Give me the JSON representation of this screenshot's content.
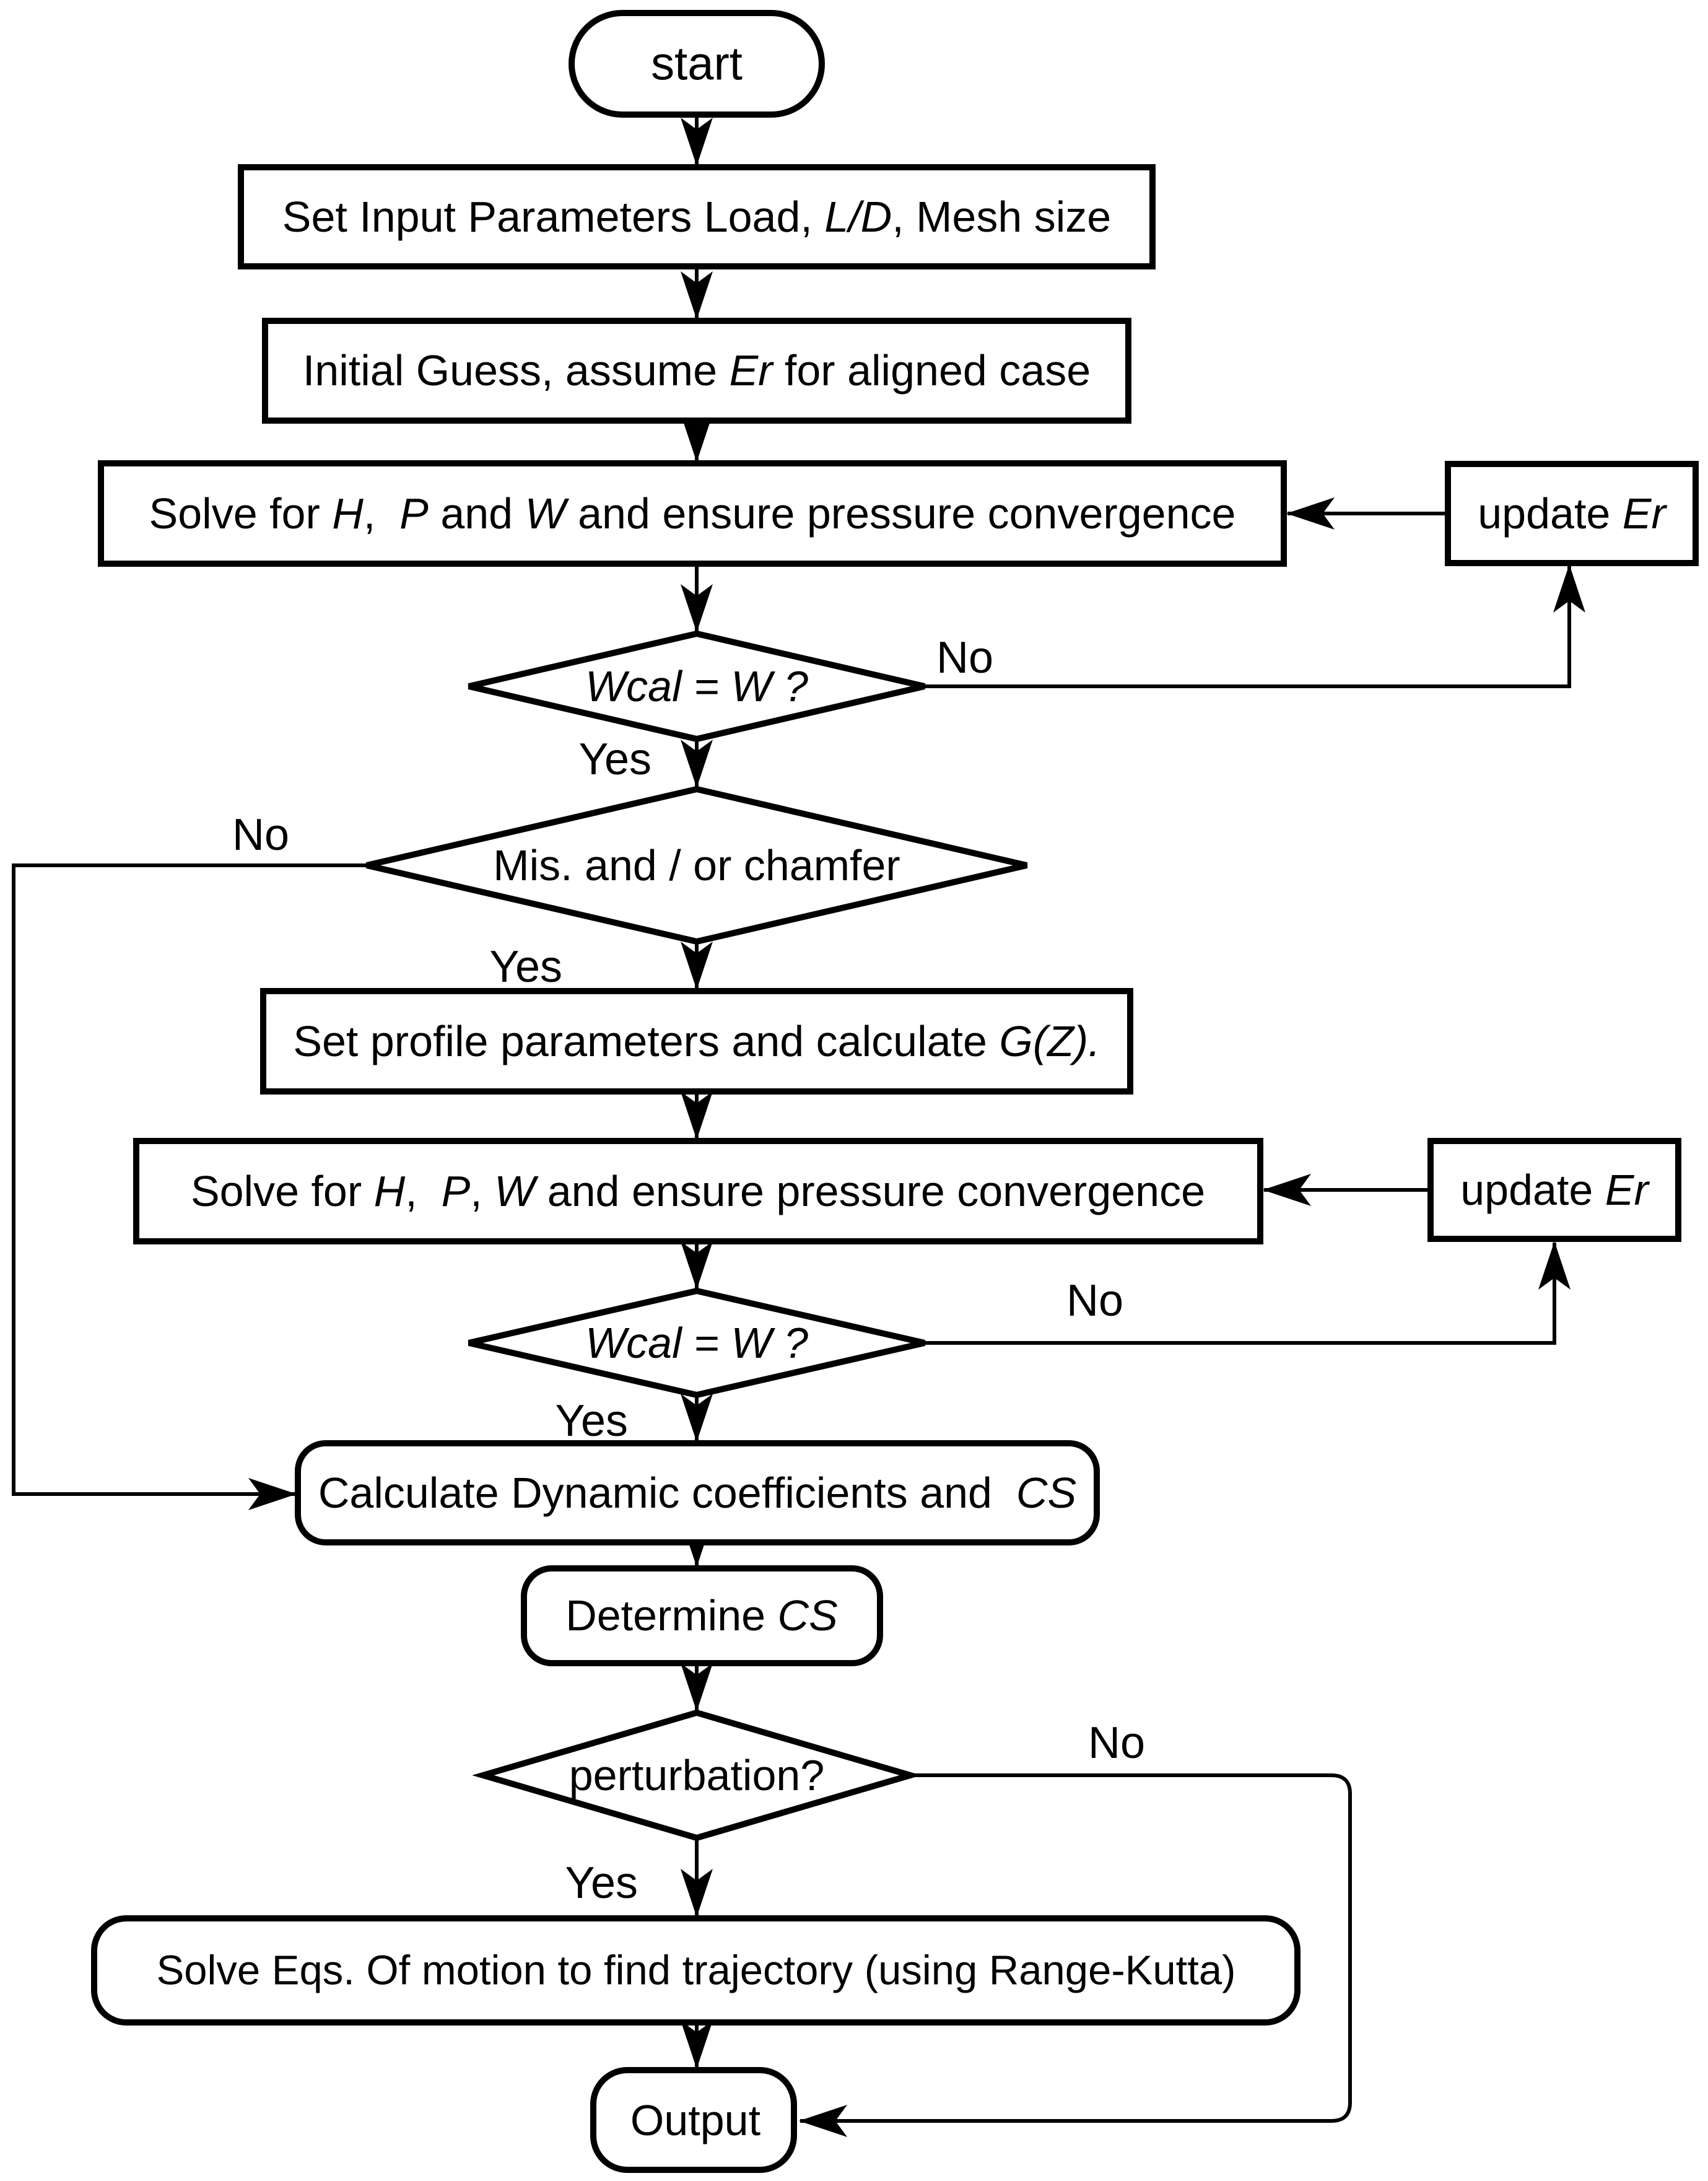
{
  "colors": {
    "background": "#ffffff",
    "line": "#000000",
    "text": "#000000"
  },
  "flowchart": {
    "nodes": {
      "start": {
        "type": "terminal",
        "text": "start"
      },
      "set_input": {
        "type": "process",
        "parts": [
          "Set Input Parameters Load, ",
          "L/D",
          ", Mesh size"
        ]
      },
      "initial_guess": {
        "type": "process",
        "parts": [
          "Initial Guess, assume ",
          "Er",
          " for aligned case"
        ]
      },
      "solve_1": {
        "type": "process",
        "parts": [
          "Solve for ",
          "H",
          ",  ",
          "P",
          " and ",
          "W",
          " and ensure pressure convergence"
        ]
      },
      "update_er_1": {
        "type": "process",
        "parts": [
          "update ",
          "Er"
        ]
      },
      "wcal_check_1": {
        "type": "decision",
        "text": "Wcal = W ?"
      },
      "mis_chamfer": {
        "type": "decision",
        "text": "Mis. and / or chamfer"
      },
      "set_profile": {
        "type": "process",
        "parts": [
          "Set profile parameters and calculate ",
          "G(Z)."
        ]
      },
      "solve_2": {
        "type": "process",
        "parts": [
          "Solve for ",
          "H",
          ",  ",
          "P",
          ", ",
          "W",
          " and ensure pressure convergence"
        ]
      },
      "update_er_2": {
        "type": "process",
        "parts": [
          "update ",
          "Er"
        ]
      },
      "wcal_check_2": {
        "type": "decision",
        "text": "Wcal = W ?"
      },
      "calc_dynamic": {
        "type": "process",
        "parts": [
          "Calculate Dynamic coefficients and  ",
          "CS"
        ]
      },
      "determine_cs": {
        "type": "process",
        "parts": [
          "Determine ",
          "CS"
        ]
      },
      "perturbation": {
        "type": "decision",
        "text": "perturbation?"
      },
      "solve_motion": {
        "type": "process",
        "text": "Solve Eqs. Of motion to find trajectory (using Range-Kutta)"
      },
      "output": {
        "type": "terminal",
        "text": "Output"
      }
    },
    "branch_labels": {
      "yes": "Yes",
      "no": "No"
    }
  }
}
